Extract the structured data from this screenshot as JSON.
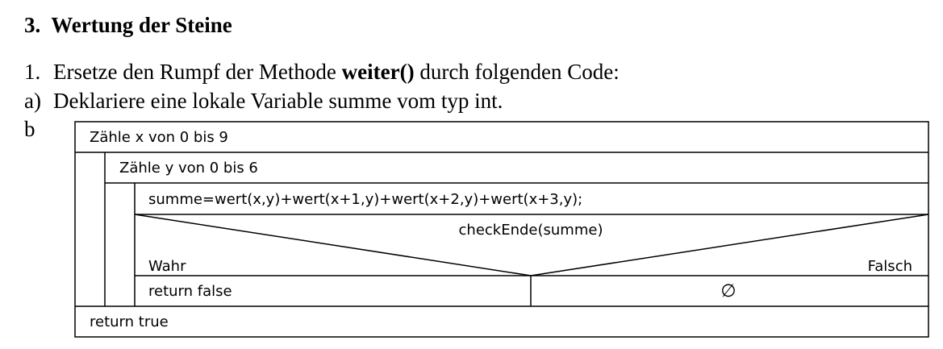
{
  "heading": {
    "number": "3.",
    "title": "Wertung der Steine"
  },
  "task1": {
    "marker": "1.",
    "text_before": "Ersetze den Rumpf der Methode ",
    "method": "weiter()",
    "text_after": " durch folgenden Code:"
  },
  "task_a": {
    "marker": "a)",
    "text": "Deklariere eine lokale Variable summe vom typ int."
  },
  "task_b": {
    "marker": "b"
  },
  "diagram": {
    "outer_loop": "Zähle x von 0 bis 9",
    "inner_loop": "Zähle y von 0 bis 6",
    "assignment": "summe=wert(x,y)+wert(x+1,y)+wert(x+2,y)+wert(x+3,y);",
    "condition": "checkEnde(summe)",
    "true_label": "Wahr",
    "false_label": "Falsch",
    "true_branch": "return false",
    "false_branch": "∅",
    "final_statement": "return true"
  }
}
